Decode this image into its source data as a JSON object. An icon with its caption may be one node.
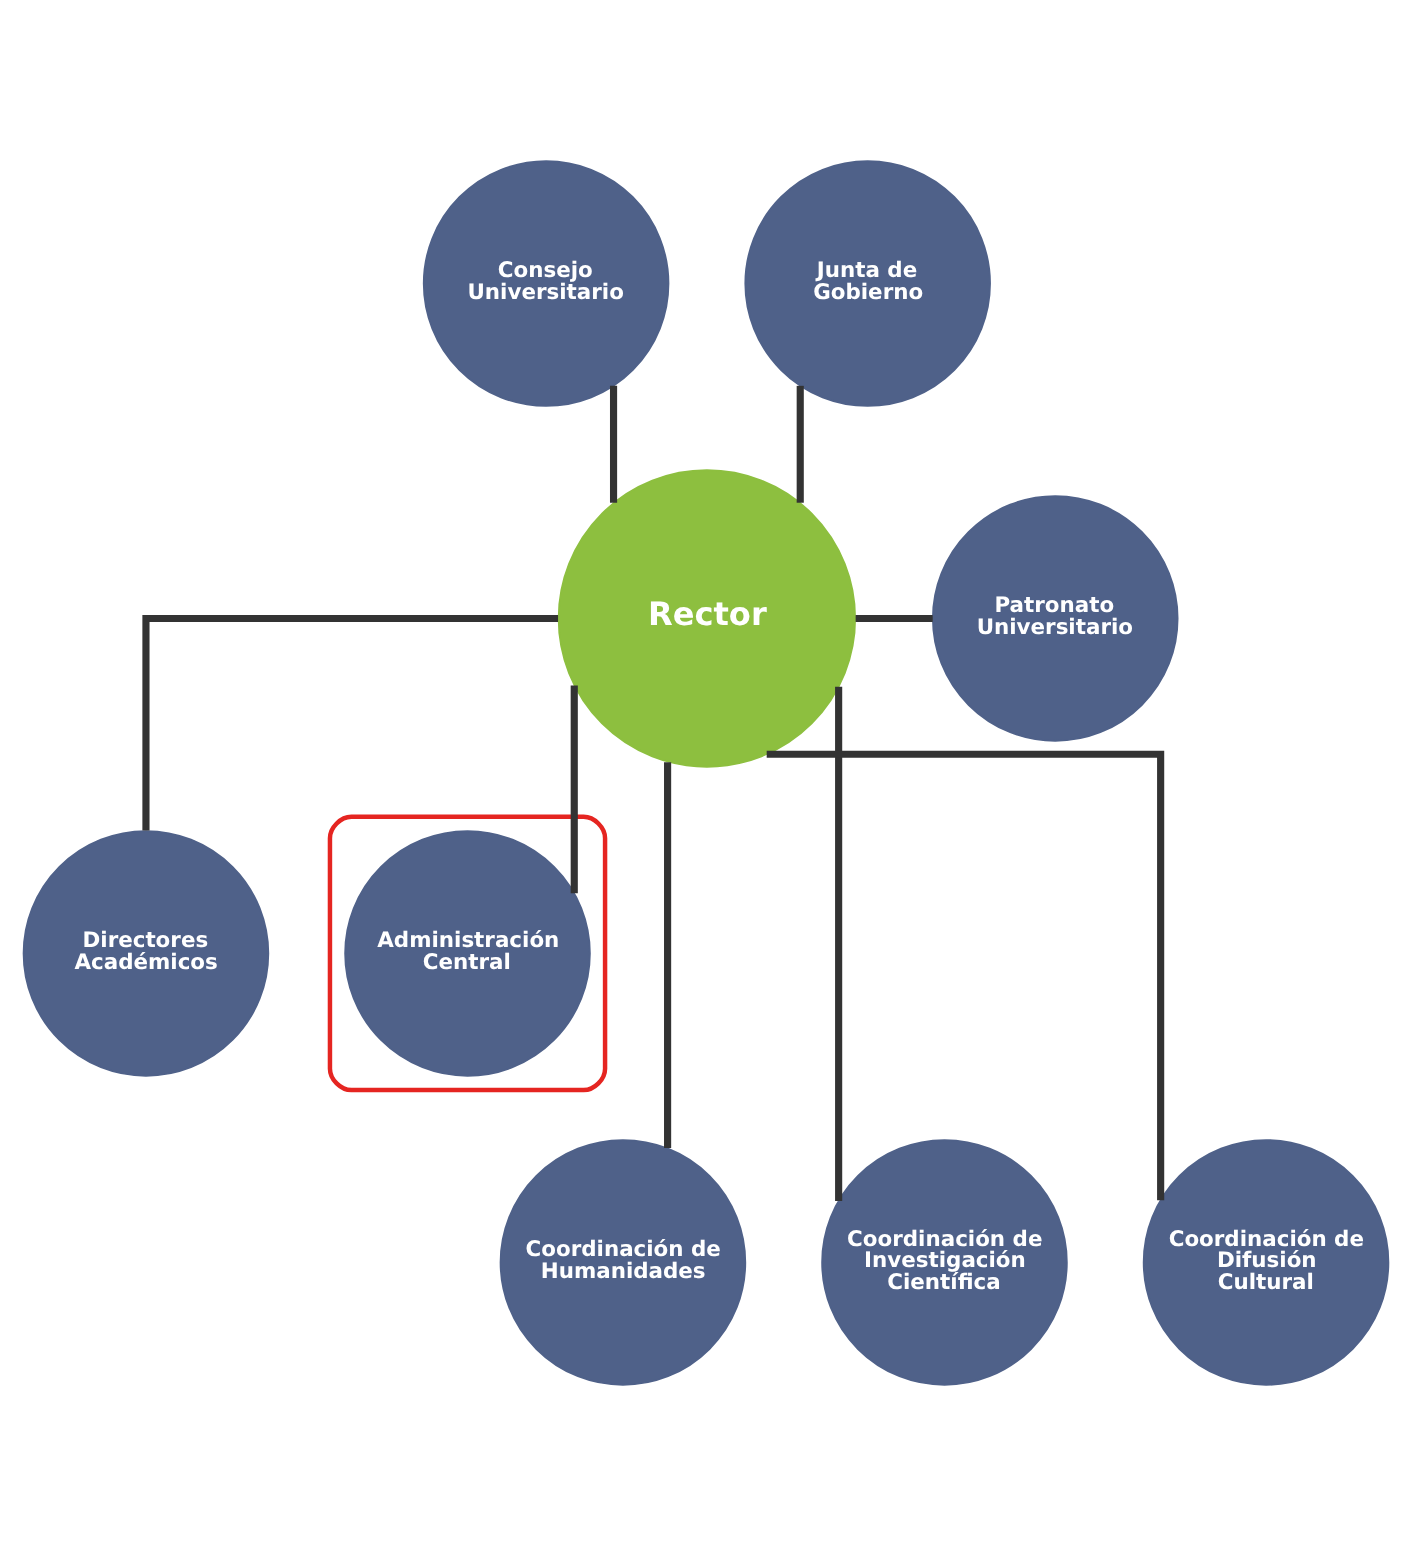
{
  "diagram": {
    "nodes": [
      {
        "text": [
          "Consejo Universitario"
        ]
      },
      {
        "text": [
          "Junta de Gobierno"
        ]
      },
      {
        "text": [
          "Rector"
        ]
      },
      {
        "text": [
          "Patronato Universitario"
        ]
      },
      {
        "text": [
          "Directores Académicos"
        ]
      },
      {
        "text": [],
        "shape": "box"
      },
      {
        "text": [
          "Administración Central"
        ],
        "in": 5
      },
      {
        "text": [
          "Coordinación de Humanidades"
        ]
      },
      {
        "text": [
          "Coordinación de Investigación Científica"
        ]
      },
      {
        "text": [
          "Coordinación de Difusión Cultural"
        ]
      }
    ],
    "edges": [
      {
        "from": 0,
        "to": 2,
        "arrow": "none"
      },
      {
        "from": 1,
        "to": 2,
        "arrow": "none"
      },
      {
        "from": 2,
        "to": 3,
        "arrow": "none"
      },
      {
        "from": 2,
        "to": 4,
        "arrow": "none"
      },
      {
        "from": 2,
        "to": 6,
        "arrow": "none"
      },
      {
        "from": 2,
        "to": 7,
        "arrow": "none"
      },
      {
        "from": 2,
        "to": 8,
        "arrow": "none"
      },
      {
        "from": 2,
        "to": 9,
        "arrow": "none"
      }
    ]
  }
}
